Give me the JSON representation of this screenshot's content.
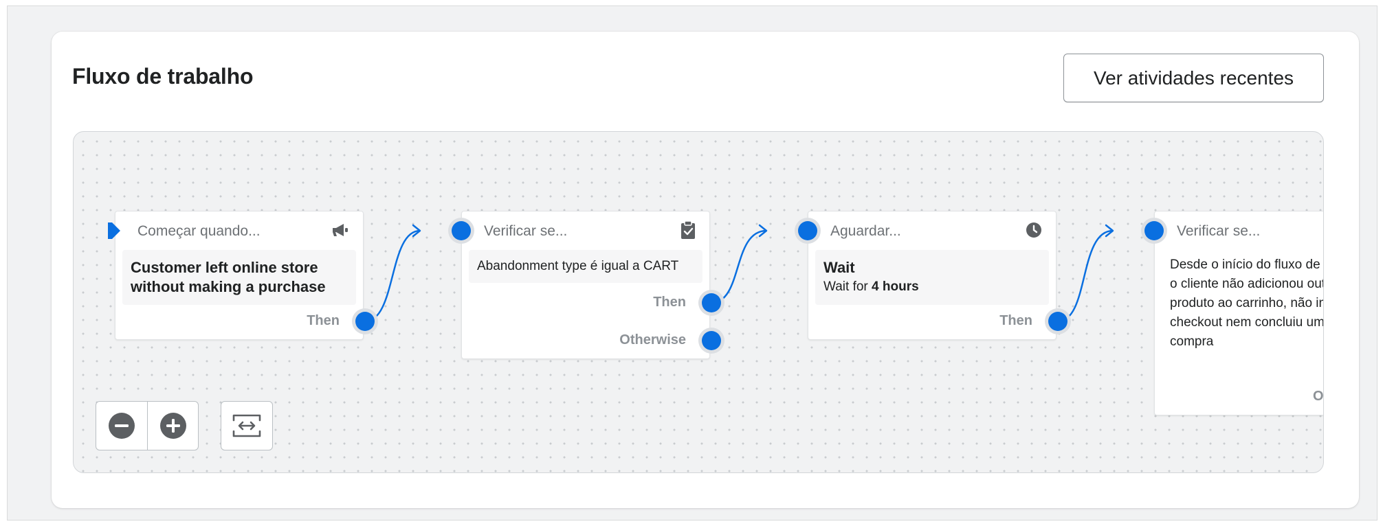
{
  "header": {
    "title": "Fluxo de trabalho",
    "recent_button": "Ver atividades recentes"
  },
  "workflow": {
    "nodes": [
      {
        "head": "Começar quando...",
        "icon": "megaphone-icon",
        "title": "Customer left online store without making a purchase",
        "ports": [
          "Then"
        ]
      },
      {
        "head": "Verificar se...",
        "icon": "clipboard-check-icon",
        "text": "Abandonment type é igual a CART",
        "ports": [
          "Then",
          "Otherwise"
        ]
      },
      {
        "head": "Aguardar...",
        "icon": "clock-icon",
        "title": "Wait",
        "text_prefix": "Wait for ",
        "text_strong": "4 hours",
        "ports": [
          "Then"
        ]
      },
      {
        "head": "Verificar se...",
        "text": "Desde o início do fluxo de trabalho, o cliente não adicionou outro produto ao carrinho, não iniciou o checkout nem concluiu uma compra",
        "ports": [
          "Otherwise"
        ]
      }
    ]
  },
  "controls": {
    "zoom_out": "minus-icon",
    "zoom_in": "plus-icon",
    "fit": "fit-to-screen-icon"
  },
  "colors": {
    "accent": "#0a6fe0",
    "canvas_bg": "#f1f2f3",
    "muted_text": "#6d7175"
  }
}
